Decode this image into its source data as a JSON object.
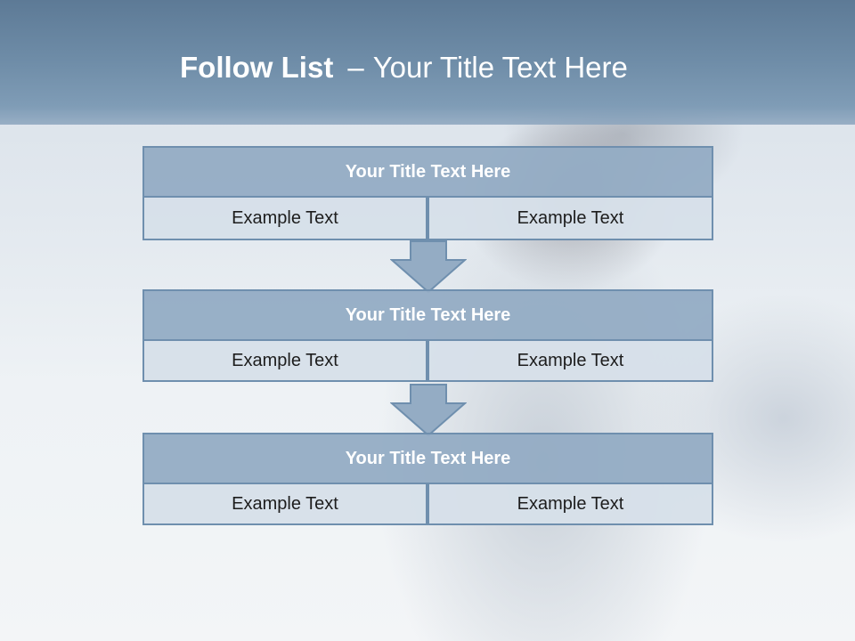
{
  "slide": {
    "title_bold": "Follow List",
    "title_separator": "–",
    "title_rest": "Your Title Text Here"
  },
  "steps": [
    {
      "title": "Your Title Text Here",
      "left": "Example Text",
      "right": "Example Text"
    },
    {
      "title": "Your Title Text Here",
      "left": "Example Text",
      "right": "Example Text"
    },
    {
      "title": "Your Title Text Here",
      "left": "Example Text",
      "right": "Example Text"
    }
  ],
  "colors": {
    "header_band": "#6f8da8",
    "title_box": "#94acc4",
    "cell_box": "#d6e0e9",
    "border": "#6f8fae",
    "arrow_fill": "#94acc4"
  },
  "icons": {
    "arrow": "down-arrow-icon"
  }
}
